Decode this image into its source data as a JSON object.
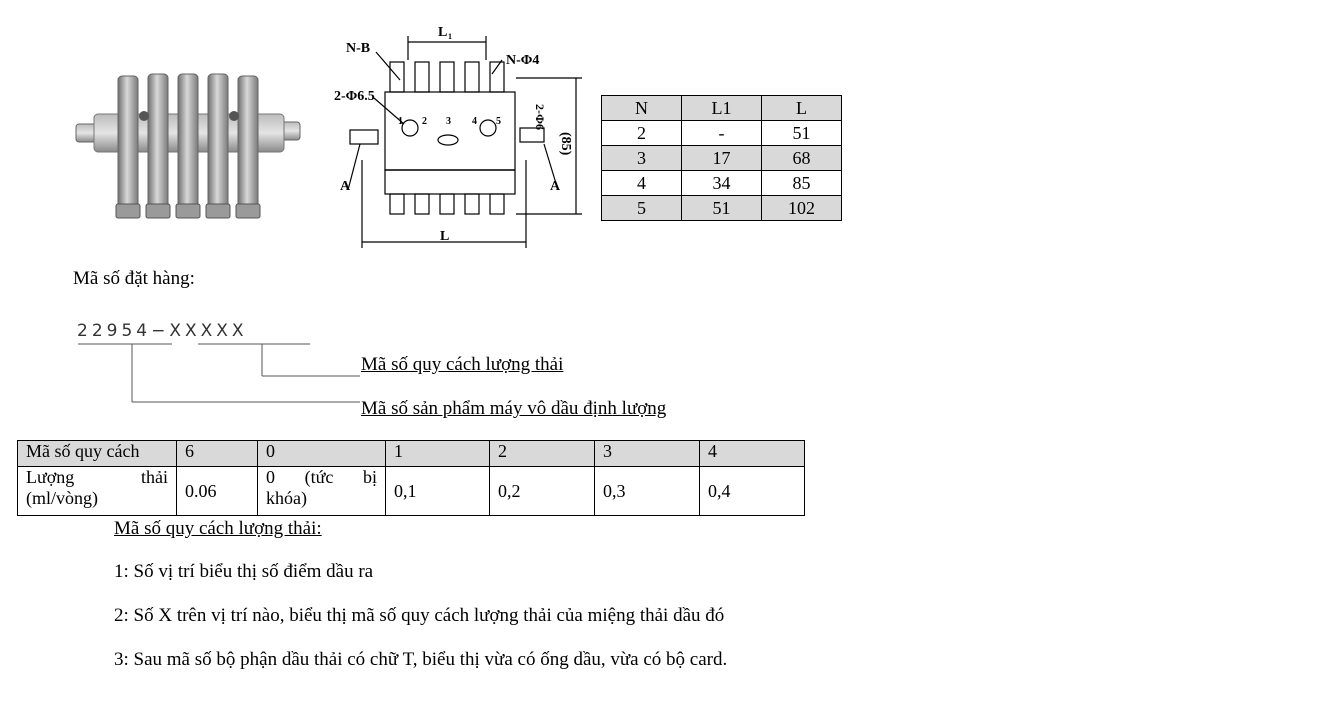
{
  "drawing": {
    "labels": {
      "nb": "N-B",
      "l1": "L",
      "l1_sub": "1",
      "nphi4": "N-Φ4",
      "phi65": "2-Φ6.5",
      "phi6": "2-Φ6",
      "h85": "(85)",
      "a_left": "A",
      "a_right": "A",
      "l": "L",
      "n1": "1",
      "n2": "2",
      "n3": "3",
      "n4": "4",
      "n5": "5"
    }
  },
  "dimension_table": {
    "headers": [
      "N",
      "L1",
      "L"
    ],
    "rows": [
      [
        "2",
        "-",
        "51"
      ],
      [
        "3",
        "17",
        "68"
      ],
      [
        "4",
        "34",
        "85"
      ],
      [
        "5",
        "51",
        "102"
      ]
    ]
  },
  "order_code": {
    "label": "Mã số đặt hàng:",
    "code": "22954−XXXXX",
    "spec_label": "Mã số quy cách lượng thải",
    "product_label": "Mã số sản phẩm máy vô dầu định lượng"
  },
  "spec_table": {
    "header": [
      "Mã số quy cách",
      "6",
      "0",
      "1",
      "2",
      "3",
      "4"
    ],
    "row": {
      "label_line1_a": "Lượng",
      "label_line1_b": "thải",
      "label_line2": "(ml/vòng)",
      "c6": "0.06",
      "c0_line1_a": "0",
      "c0_line1_b": "(tức",
      "c0_line1_c": "bị",
      "c0_line2": "khóa)",
      "c1": "0,1",
      "c2": "0,2",
      "c3": "0,3",
      "c4": "0,4"
    }
  },
  "notes": {
    "title": "Mã số quy cách lượng thải:",
    "items": [
      "1: Số vị trí biểu thị số điểm dầu ra",
      "2: Số X trên vị trí nào, biểu thị mã số quy cách lượng thải của miệng thải dầu đó",
      "3: Sau mã số bộ phận dầu thải có chữ T, biểu thị vừa có ống dầu, vừa có bộ card."
    ]
  }
}
